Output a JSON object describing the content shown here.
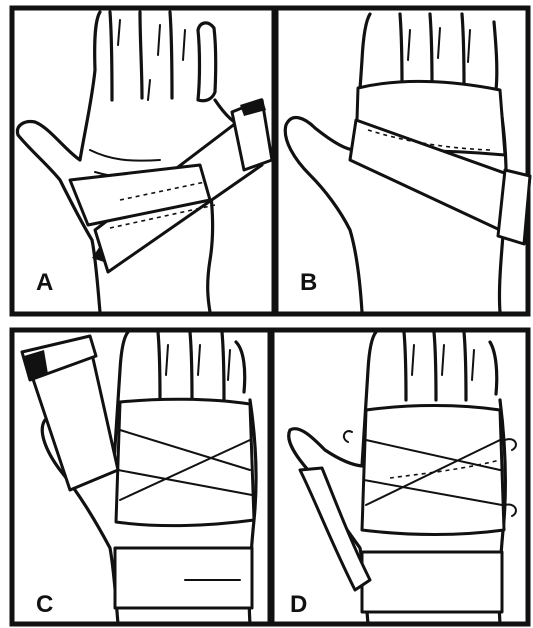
{
  "panels": [
    {
      "label": "A"
    },
    {
      "label": "B"
    },
    {
      "label": "C"
    },
    {
      "label": "D"
    }
  ],
  "colors": {
    "ink": "#111111",
    "background": "#ffffff"
  }
}
